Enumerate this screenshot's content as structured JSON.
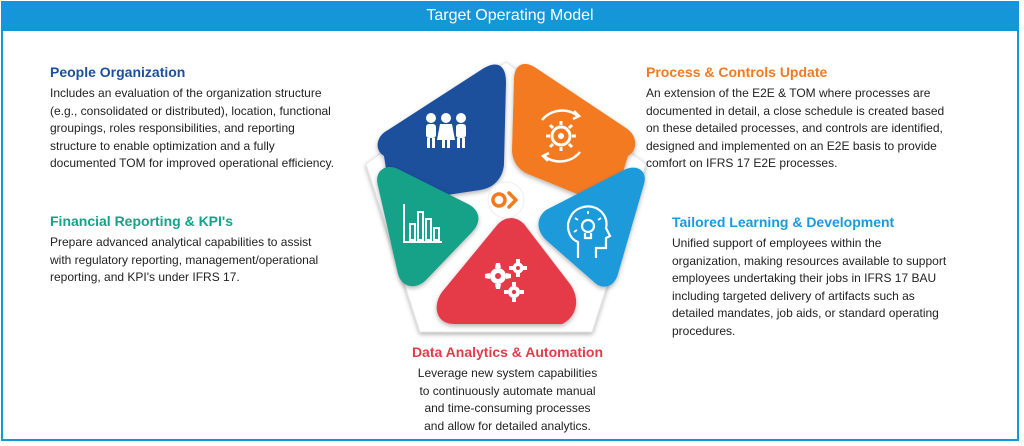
{
  "title": "Target Operating Model",
  "sections": {
    "people": {
      "heading": "People Organization",
      "lines": [
        "Includes an evaluation of the organization structure",
        "(e.g., consolidated or distributed), location, functional",
        "groupings, roles responsibilities, and reporting",
        "structure to enable optimization and a fully",
        "documented TOM for improved operational efficiency."
      ],
      "color": "#1c4f9c"
    },
    "process": {
      "heading": "Process & Controls Update",
      "lines": [
        "An extension of the E2E & TOM where processes are",
        "documented in detail, a close schedule is created based",
        "on these detailed processes, and controls are identified,",
        "designed and implemented on an E2E basis to provide",
        "comfort on IFRS 17 E2E processes."
      ],
      "color": "#f47a20"
    },
    "financial": {
      "heading": "Financial Reporting & KPI's",
      "lines": [
        "Prepare advanced analytical capabilities to assist",
        "with regulatory  reporting, management/operational",
        "reporting, and KPI's under IFRS 17."
      ],
      "color": "#14a289"
    },
    "learning": {
      "heading": "Tailored Learning & Development",
      "lines": [
        "Unified support of employees within the",
        "organization, making resources available to support",
        "employees undertaking their jobs in IFRS 17 BAU",
        "including targeted delivery of artifacts such as",
        "detailed mandates, job aids, or standard operating",
        "procedures."
      ],
      "color": "#1a9ad9"
    },
    "analytics": {
      "heading": "Data Analytics & Automation",
      "lines": [
        "Leverage new system capabilities",
        "to continuously automate manual",
        "and time-consuming processes",
        "and allow for detailed analytics."
      ],
      "color": "#e53a4a"
    }
  },
  "wheel": {
    "segments": [
      {
        "key": "people",
        "color": "#1c4f9c",
        "icon": "people-icon"
      },
      {
        "key": "process",
        "color": "#f47a20",
        "icon": "gears-cycle-icon"
      },
      {
        "key": "learning",
        "color": "#1a9ad9",
        "icon": "head-lightbulb-icon"
      },
      {
        "key": "analytics",
        "color": "#e53a4a",
        "icon": "gears-icon"
      },
      {
        "key": "financial",
        "color": "#14a289",
        "icon": "bar-chart-icon"
      }
    ],
    "center_icon": "logo-icon",
    "center_color": "#f47a20"
  }
}
